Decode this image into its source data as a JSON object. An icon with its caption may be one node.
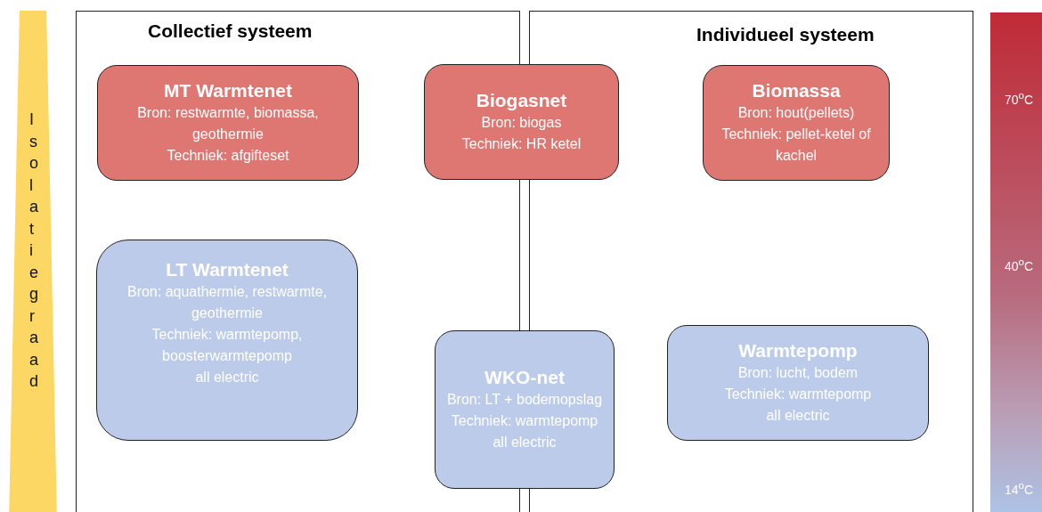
{
  "diagram": {
    "nodes": [
      {
        "text": [
          "Collectief systeem"
        ]
      },
      {
        "text": [
          "MT Warmtenet",
          "Bron: restwarmte, biomassa, geothermie",
          "Techniek: afgifteset"
        ],
        "in": 0
      },
      {
        "text": [
          "LT Warmtenet",
          "Bron: aquathermie, restwarmte, geothermie",
          "Techniek: warmtepomp, boosterwarmtepomp",
          "all electric"
        ],
        "in": 0
      },
      {
        "text": [
          "Individueel systeem"
        ]
      },
      {
        "text": [
          "Biomassa",
          "Bron: hout(pellets)",
          "Techniek: pellet-ketel of kachel"
        ],
        "in": 3
      },
      {
        "text": [
          "Warmtepomp",
          "Bron: lucht, bodem",
          "Techniek: warmtepomp",
          "all electric"
        ],
        "in": 3
      },
      {
        "text": [
          "Biogasnet",
          "Bron: biogas",
          "Techniek: HR ketel"
        ]
      },
      {
        "text": [
          "WKO-net",
          "Bron: LT + bodemopslag",
          "Techniek: warmtepomp",
          "all electric"
        ]
      }
    ],
    "labels": [
      "Isolatiegraad",
      "70$^{o}$C",
      "40$^{o}$C",
      "14$^{o}$C"
    ]
  }
}
